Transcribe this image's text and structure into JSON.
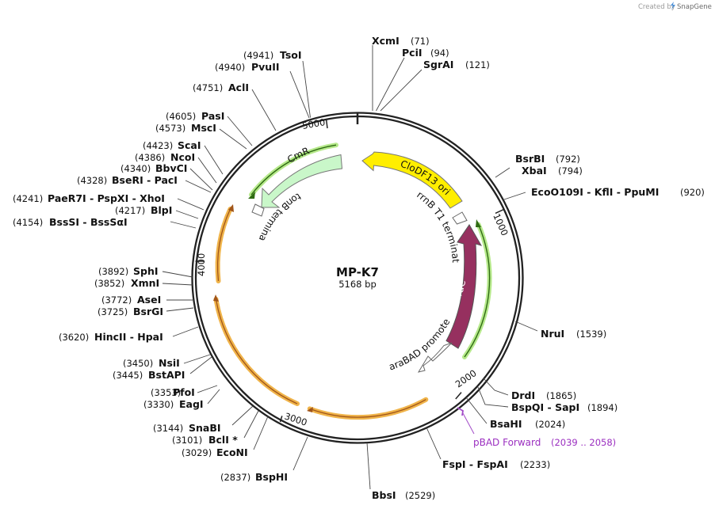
{
  "credit": {
    "prefix": "Created by",
    "brand": "SnapGene"
  },
  "plasmid": {
    "name": "MP-K7",
    "length_label": "5168 bp",
    "length": 5168
  },
  "colors": {
    "backbone": "#222222",
    "orf_orange": "#f0b44a",
    "cmr": "#c9f7c9",
    "ori": "#ffee00",
    "arac": "#96305f",
    "primer": "#a24cc8"
  },
  "ticks": [
    {
      "pos": 1000,
      "label": "1000"
    },
    {
      "pos": 2000,
      "label": "2000"
    },
    {
      "pos": 3000,
      "label": "3000"
    },
    {
      "pos": 4000,
      "label": "4000"
    },
    {
      "pos": 5000,
      "label": "5000"
    }
  ],
  "sites": [
    {
      "id": "xcmi",
      "name": "XcmI",
      "pos": "(71)"
    },
    {
      "id": "pcii",
      "name": "PciI",
      "pos": "(94)"
    },
    {
      "id": "sgrai",
      "name": "SgrAI",
      "pos": "(121)"
    },
    {
      "id": "bsrbi",
      "name": "BsrBI",
      "pos": "(792)"
    },
    {
      "id": "xbai",
      "name": "XbaI",
      "pos": "(794)"
    },
    {
      "id": "eco0109i",
      "name": "EcoO109I  - KflI - PpuMI",
      "pos": "(920)"
    },
    {
      "id": "nrui",
      "name": "NruI",
      "pos": "(1539)"
    },
    {
      "id": "drdi",
      "name": "DrdI",
      "pos": "(1865)"
    },
    {
      "id": "bspqi",
      "name": "BspQI  - SapI",
      "pos": "(1894)"
    },
    {
      "id": "bsahi",
      "name": "BsaHI",
      "pos": "(2024)"
    },
    {
      "id": "fspi",
      "name": "FspI  - FspAI",
      "pos": "(2233)"
    },
    {
      "id": "bbsi",
      "name": "BbsI",
      "pos": "(2529)"
    },
    {
      "id": "bsphi",
      "name": "BspHI",
      "pos": "(2837)"
    },
    {
      "id": "econi",
      "name": "EcoNI",
      "pos": "(3029)"
    },
    {
      "id": "bcli",
      "name": "BclI *",
      "pos": "(3101)"
    },
    {
      "id": "snabi",
      "name": "SnaBI",
      "pos": "(3144)"
    },
    {
      "id": "eagi",
      "name": "EagI",
      "pos": "(3330)"
    },
    {
      "id": "pfoi",
      "name": "PfoI",
      "pos": "(3353)"
    },
    {
      "id": "bstapi",
      "name": "BstAPI",
      "pos": "(3445)"
    },
    {
      "id": "nsii",
      "name": "NsiI",
      "pos": "(3450)"
    },
    {
      "id": "hincii",
      "name": "HincII  - HpaI",
      "pos": "(3620)"
    },
    {
      "id": "bsrgi",
      "name": "BsrGI",
      "pos": "(3725)"
    },
    {
      "id": "asei",
      "name": "AseI",
      "pos": "(3772)"
    },
    {
      "id": "xmni",
      "name": "XmnI",
      "pos": "(3852)"
    },
    {
      "id": "sphi",
      "name": "SphI",
      "pos": "(3892)"
    },
    {
      "id": "bsssi",
      "name": "BssSI  - BssSαI",
      "pos": "(4154)"
    },
    {
      "id": "blpi",
      "name": "BlpI",
      "pos": "(4217)"
    },
    {
      "id": "paer7i",
      "name": "PaeR7I  - PspXI  - XhoI",
      "pos": "(4241)"
    },
    {
      "id": "bseri",
      "name": "BseRI  - PacI",
      "pos": "(4328)"
    },
    {
      "id": "bbvci",
      "name": "BbvCI",
      "pos": "(4340)"
    },
    {
      "id": "ncoi",
      "name": "NcoI",
      "pos": "(4386)"
    },
    {
      "id": "scai",
      "name": "ScaI",
      "pos": "(4423)"
    },
    {
      "id": "msci",
      "name": "MscI",
      "pos": "(4573)"
    },
    {
      "id": "pasi",
      "name": "PasI",
      "pos": "(4605)"
    },
    {
      "id": "acli",
      "name": "AclI",
      "pos": "(4751)"
    },
    {
      "id": "pvuii",
      "name": "PvuII",
      "pos": "(4940)"
    },
    {
      "id": "tsoi",
      "name": "TsoI",
      "pos": "(4941)"
    }
  ],
  "features": {
    "ori": "CloDF13 ori",
    "cmr": "CmR",
    "arac": "araC",
    "rrnb": "rrnB T1 terminator",
    "tonb": "tonB terminator",
    "pbad": "araBAD promoter"
  },
  "primer": {
    "name": "pBAD Forward",
    "range": "(2039 .. 2058)"
  }
}
